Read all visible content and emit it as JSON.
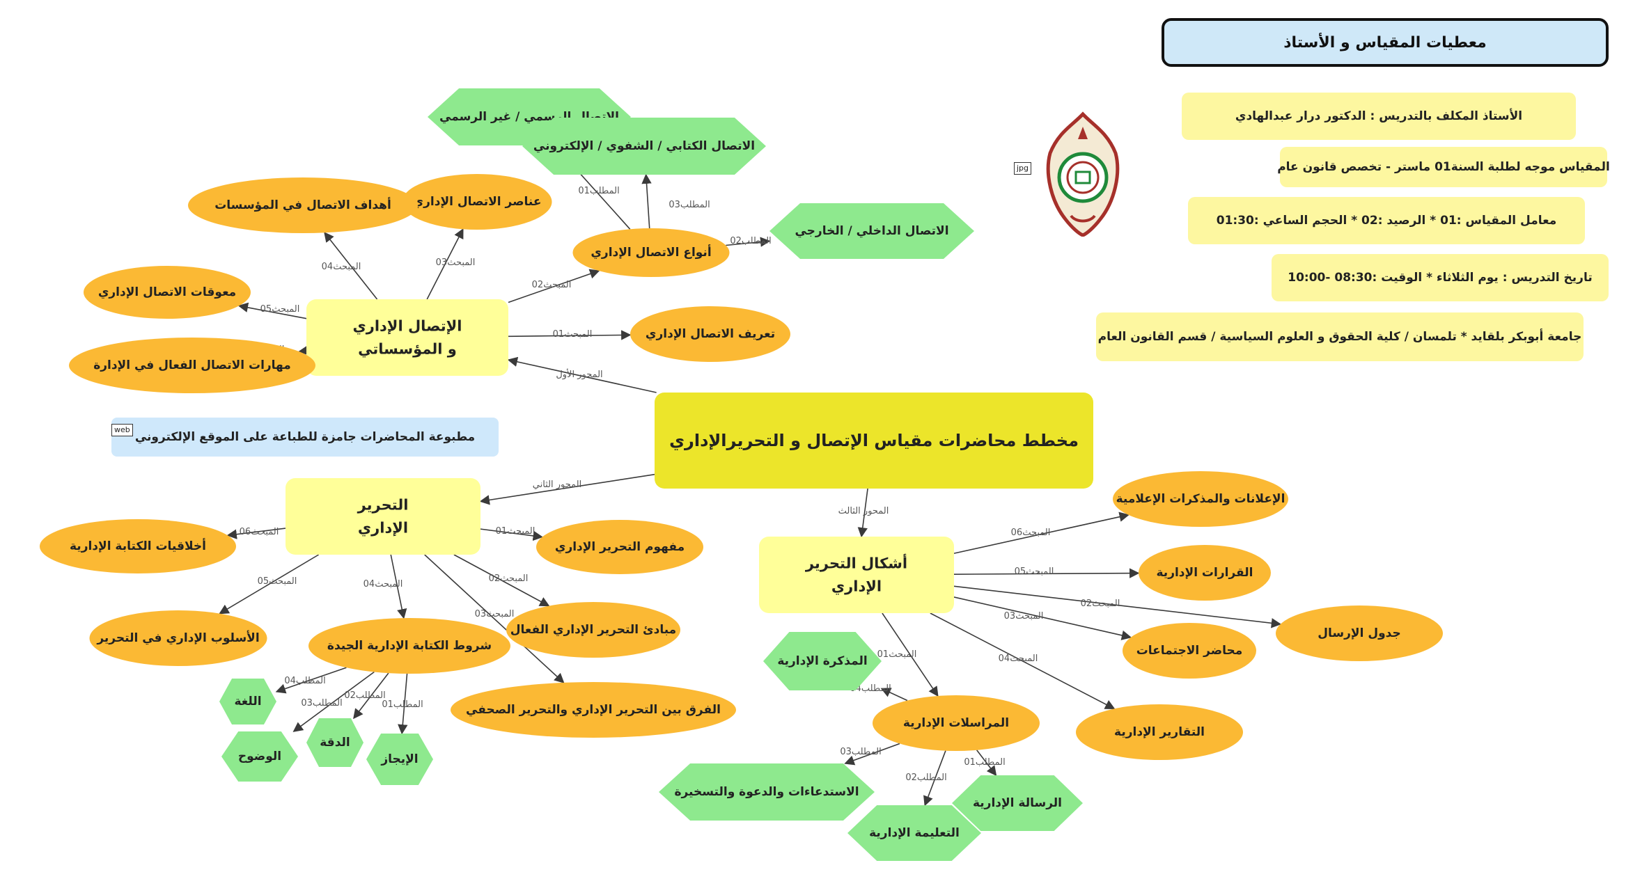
{
  "header": "معطيات المقياس و الأستاذ",
  "info": [
    "الأستاذ المكلف بالتدريس : الدكتور درار عبدالهادي",
    "المقياس موجه لطلبة السنة01 ماستر - تخصص قانون عام",
    "معامل المقياس :01 * الرصيد :02 * الحجم الساعي :01:30",
    "تاريخ التدريس : يوم الثلاثاء * الوقيت :08:30 -10:00",
    "جامعة أبوبكر بلقايد * تلمسان / كلية الحقوق و العلوم السياسية / قسم القانون العام"
  ],
  "web_note": "مطبوعة المحاضرات جامزة للطباعة على الموقع الإلكتروني",
  "web_tag": "web",
  "jpg_tag": "jpg",
  "colors": {
    "root": "#ece52a",
    "main": "#ffff99",
    "ellipse": "#fbb934",
    "hexagon": "#8ee98e",
    "info": "#fdf7a0",
    "header": "#cfe8f8"
  },
  "nodes": [
    {
      "id": "root",
      "shape": "root",
      "lines": [
        "مخطط محاضرات مقياس الإتصال و التحريرالإداري"
      ]
    },
    {
      "id": "comm",
      "shape": "main",
      "lines": [
        "الإتصال الإداري",
        "و المؤسساتي"
      ]
    },
    {
      "id": "edit",
      "shape": "main",
      "lines": [
        "التحرير",
        "الإداري"
      ]
    },
    {
      "id": "forms",
      "shape": "main",
      "lines": [
        "أشكال التحرير",
        "الإداري"
      ]
    },
    {
      "id": "c_def",
      "shape": "ellipse",
      "lines": [
        "تعريف الاتصال الإداري"
      ]
    },
    {
      "id": "c_types",
      "shape": "ellipse",
      "lines": [
        "أنواع الاتصال الإداري"
      ]
    },
    {
      "id": "c_elem",
      "shape": "ellipse",
      "lines": [
        "عناصر الاتصال الإداري"
      ]
    },
    {
      "id": "c_goals",
      "shape": "ellipse",
      "lines": [
        "أهداف الاتصال في المؤسسات"
      ]
    },
    {
      "id": "c_obst",
      "shape": "ellipse",
      "lines": [
        "معوقات الاتصال الإداري"
      ]
    },
    {
      "id": "c_skills",
      "shape": "ellipse",
      "lines": [
        "مهارات الاتصال الفعال في الإدارة"
      ]
    },
    {
      "id": "h_formal",
      "shape": "hexagon",
      "lines": [
        "الاتصال الرسمي / غير الرسمي"
      ]
    },
    {
      "id": "h_written",
      "shape": "hexagon",
      "lines": [
        "الاتصال الكتابي / الشفوي / الإلكتروني"
      ]
    },
    {
      "id": "h_internal",
      "shape": "hexagon",
      "lines": [
        "الاتصال الداخلي / الخارجي"
      ]
    },
    {
      "id": "e_concept",
      "shape": "ellipse",
      "lines": [
        "مفهوم التحرير الإداري"
      ]
    },
    {
      "id": "e_princ",
      "shape": "ellipse",
      "lines": [
        "مبادئ التحرير الإداري الفعال"
      ]
    },
    {
      "id": "e_diff",
      "shape": "ellipse",
      "lines": [
        "الفرق بين التحرير الإداري والتحرير الصحفي"
      ]
    },
    {
      "id": "e_cond",
      "shape": "ellipse",
      "lines": [
        "شروط الكتابة الإدارية الجيدة"
      ]
    },
    {
      "id": "e_style",
      "shape": "ellipse",
      "lines": [
        "الأسلوب الإداري في التحرير"
      ]
    },
    {
      "id": "e_ethic",
      "shape": "ellipse",
      "lines": [
        "أخلاقيات الكتابة الإدارية"
      ]
    },
    {
      "id": "h_lang",
      "shape": "hexagon",
      "lines": [
        "اللغة"
      ]
    },
    {
      "id": "h_clar",
      "shape": "hexagon",
      "lines": [
        "الوضوح"
      ]
    },
    {
      "id": "h_prec",
      "shape": "hexagon",
      "lines": [
        "الدقة"
      ]
    },
    {
      "id": "h_brev",
      "shape": "hexagon",
      "lines": [
        "الإيجاز"
      ]
    },
    {
      "id": "f_ads",
      "shape": "ellipse",
      "lines": [
        "الإعلانات والمذكرات الإعلامية"
      ]
    },
    {
      "id": "f_dec",
      "shape": "ellipse",
      "lines": [
        "القرارات الإدارية"
      ]
    },
    {
      "id": "f_send",
      "shape": "ellipse",
      "lines": [
        "جدول الإرسال"
      ]
    },
    {
      "id": "f_min",
      "shape": "ellipse",
      "lines": [
        "محاضر الاجتماعات"
      ]
    },
    {
      "id": "f_rep",
      "shape": "ellipse",
      "lines": [
        "التقارير الإدارية"
      ]
    },
    {
      "id": "f_corr",
      "shape": "ellipse",
      "lines": [
        "المراسلات الإدارية"
      ]
    },
    {
      "id": "h_memo",
      "shape": "hexagon",
      "lines": [
        "المذكرة الإدارية"
      ]
    },
    {
      "id": "h_summ",
      "shape": "hexagon",
      "lines": [
        "الاستدعاءات والدعوة والتسخيرة"
      ]
    },
    {
      "id": "h_instr",
      "shape": "hexagon",
      "lines": [
        "التعليمة الإدارية"
      ]
    },
    {
      "id": "h_letter",
      "shape": "hexagon",
      "lines": [
        "الرسالة الإدارية"
      ]
    }
  ],
  "edges": [
    {
      "from": "root",
      "to": "comm",
      "label": "المحور الأول"
    },
    {
      "from": "root",
      "to": "edit",
      "label": "المحور الثاني"
    },
    {
      "from": "root",
      "to": "forms",
      "label": "المحور الثالث"
    },
    {
      "from": "comm",
      "to": "c_def",
      "label": "المبحث01"
    },
    {
      "from": "comm",
      "to": "c_types",
      "label": "المبحث02"
    },
    {
      "from": "comm",
      "to": "c_elem",
      "label": "المبحث03"
    },
    {
      "from": "comm",
      "to": "c_goals",
      "label": "المبحث04"
    },
    {
      "from": "comm",
      "to": "c_obst",
      "label": "المبحث05"
    },
    {
      "from": "comm",
      "to": "c_skills",
      "label": "المبحث06"
    },
    {
      "from": "c_types",
      "to": "h_formal",
      "label": "المطلب01"
    },
    {
      "from": "c_types",
      "to": "h_written",
      "label": "المطلب03"
    },
    {
      "from": "c_types",
      "to": "h_internal",
      "label": "المطلب02"
    },
    {
      "from": "edit",
      "to": "e_concept",
      "label": "المبحث01"
    },
    {
      "from": "edit",
      "to": "e_princ",
      "label": "المبحث02"
    },
    {
      "from": "edit",
      "to": "e_diff",
      "label": "المبحث03"
    },
    {
      "from": "edit",
      "to": "e_cond",
      "label": "المبحث04"
    },
    {
      "from": "edit",
      "to": "e_style",
      "label": "المبحث05"
    },
    {
      "from": "edit",
      "to": "e_ethic",
      "label": "المبحث06"
    },
    {
      "from": "e_cond",
      "to": "h_lang",
      "label": "المطلب04"
    },
    {
      "from": "e_cond",
      "to": "h_clar",
      "label": "المطلب03"
    },
    {
      "from": "e_cond",
      "to": "h_prec",
      "label": "المطلب02"
    },
    {
      "from": "e_cond",
      "to": "h_brev",
      "label": "المطلب01"
    },
    {
      "from": "forms",
      "to": "f_ads",
      "label": "المبحث06"
    },
    {
      "from": "forms",
      "to": "f_dec",
      "label": "المبحث05"
    },
    {
      "from": "forms",
      "to": "f_send",
      "label": "المبحث02"
    },
    {
      "from": "forms",
      "to": "f_min",
      "label": "المبحث03"
    },
    {
      "from": "forms",
      "to": "f_rep",
      "label": "المبحث04"
    },
    {
      "from": "forms",
      "to": "f_corr",
      "label": "المبحث01"
    },
    {
      "from": "f_corr",
      "to": "h_memo",
      "label": "المطلب04"
    },
    {
      "from": "f_corr",
      "to": "h_summ",
      "label": "المطلب03"
    },
    {
      "from": "f_corr",
      "to": "h_instr",
      "label": "المطلب02"
    },
    {
      "from": "f_corr",
      "to": "h_letter",
      "label": "المطلب01"
    }
  ]
}
